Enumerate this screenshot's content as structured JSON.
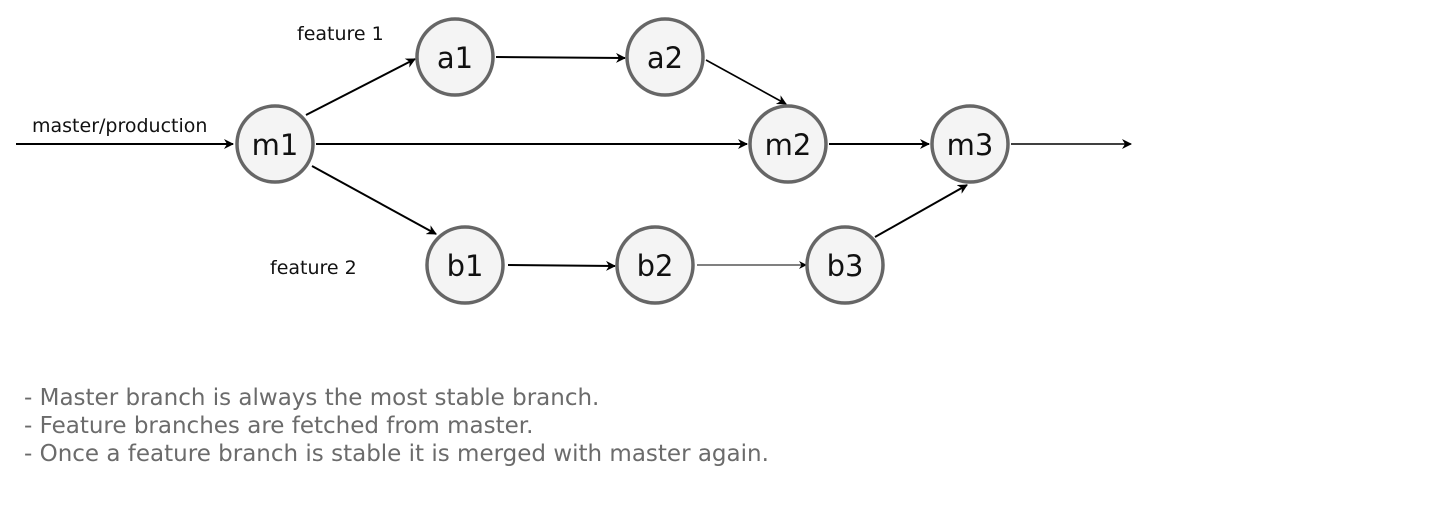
{
  "labels": {
    "master": "master/production",
    "feature1": "feature 1",
    "feature2": "feature 2"
  },
  "nodes": {
    "m1": "m1",
    "m2": "m2",
    "m3": "m3",
    "a1": "a1",
    "a2": "a2",
    "b1": "b1",
    "b2": "b2",
    "b3": "b3"
  },
  "edges": [
    {
      "from": "start",
      "to": "m1"
    },
    {
      "from": "m1",
      "to": "a1"
    },
    {
      "from": "a1",
      "to": "a2"
    },
    {
      "from": "a2",
      "to": "m2"
    },
    {
      "from": "m1",
      "to": "m2"
    },
    {
      "from": "m1",
      "to": "b1"
    },
    {
      "from": "b1",
      "to": "b2"
    },
    {
      "from": "b2",
      "to": "b3"
    },
    {
      "from": "b3",
      "to": "m3"
    },
    {
      "from": "m2",
      "to": "m3"
    },
    {
      "from": "m3",
      "to": "end"
    }
  ],
  "notes": [
    "- Master branch is always the most stable branch.",
    "- Feature branches are fetched from master.",
    "- Once a feature branch is stable it is merged with master again."
  ],
  "colors": {
    "node_fill": "#f4f4f4",
    "node_stroke": "#666666",
    "note_text": "#6b6b6b"
  }
}
